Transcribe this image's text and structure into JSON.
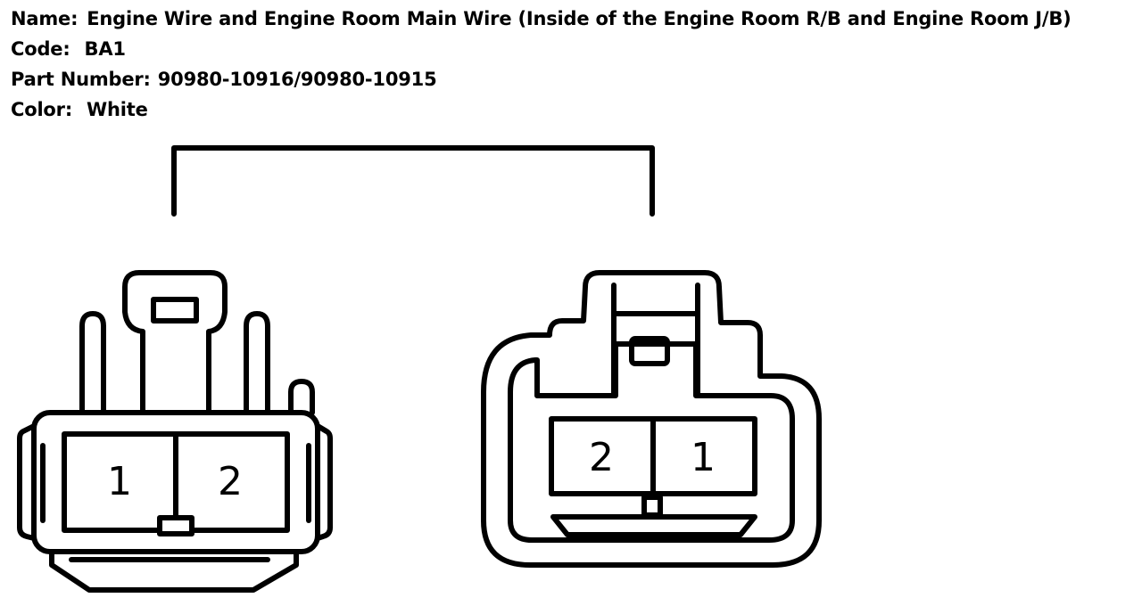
{
  "connector_info": {
    "name_label": "Name:",
    "name_value": "Engine Wire and Engine Room Main Wire (Inside of the Engine Room R/B and Engine Room J/B)",
    "code_label": "Code:",
    "code_value": "BA1",
    "part_label": "Part Number:",
    "part_value": "90980-10916/90980-10915",
    "color_label": "Color:",
    "color_value": "White"
  },
  "diagram": {
    "left_connector": {
      "pins": [
        {
          "number": "1"
        },
        {
          "number": "2"
        }
      ]
    },
    "right_connector": {
      "pins": [
        {
          "number": "2"
        },
        {
          "number": "1"
        }
      ]
    }
  }
}
